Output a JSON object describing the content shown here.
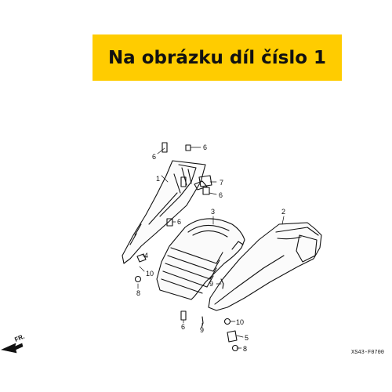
{
  "banner": {
    "text": "Na obrázku díl číslo 1",
    "background": "#ffcc00"
  },
  "diagram": {
    "callouts": [
      {
        "id": "c6a",
        "text": "6"
      },
      {
        "id": "c6b",
        "text": "6"
      },
      {
        "id": "c1",
        "text": "1"
      },
      {
        "id": "c7",
        "text": "7"
      },
      {
        "id": "c6c",
        "text": "6"
      },
      {
        "id": "c3",
        "text": "3"
      },
      {
        "id": "c2",
        "text": "2"
      },
      {
        "id": "c6d",
        "text": "6"
      },
      {
        "id": "c4",
        "text": "4"
      },
      {
        "id": "c10a",
        "text": "10"
      },
      {
        "id": "c8a",
        "text": "8"
      },
      {
        "id": "c9a",
        "text": "9"
      },
      {
        "id": "c6e",
        "text": "6"
      },
      {
        "id": "c9b",
        "text": "9"
      },
      {
        "id": "c10b",
        "text": "10"
      },
      {
        "id": "c5",
        "text": "5"
      },
      {
        "id": "c8b",
        "text": "8"
      }
    ],
    "front_label": "FR.",
    "drawing_code": "XS43-F0700"
  }
}
